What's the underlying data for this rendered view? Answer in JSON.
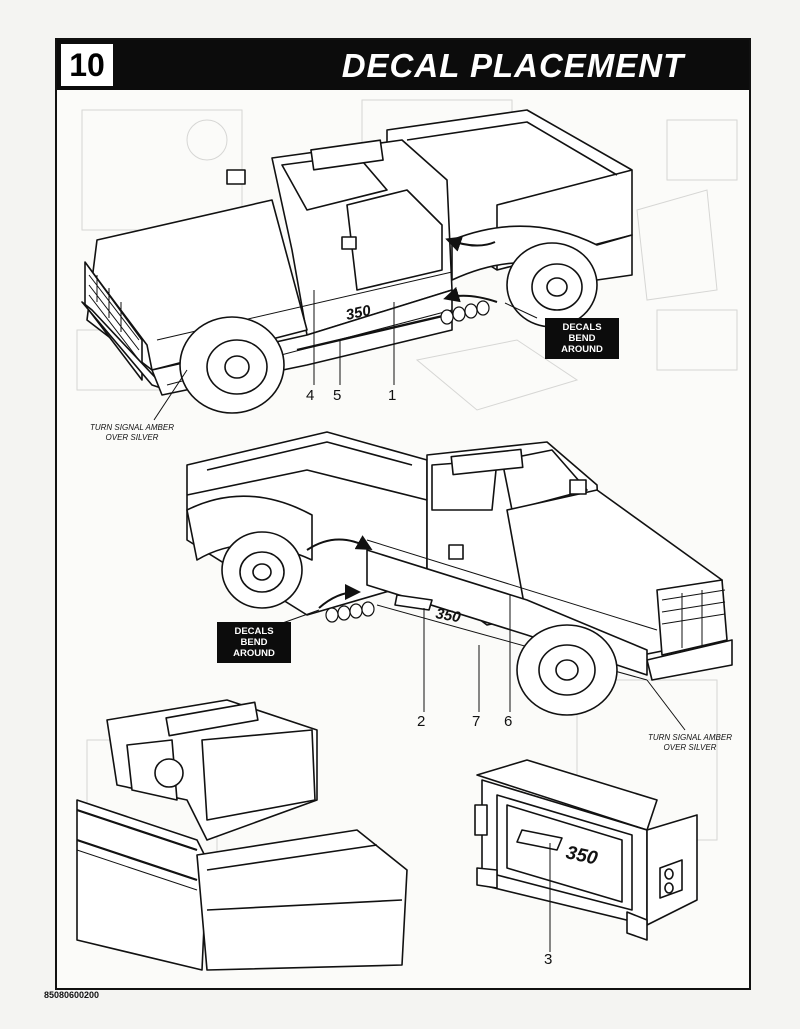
{
  "step": {
    "number": "10",
    "title": "DECAL PLACEMENT"
  },
  "callouts": {
    "decals_bend_around_upper": [
      "DECALS",
      "BEND",
      "AROUND"
    ],
    "decals_bend_around_lower": [
      "DECALS",
      "BEND",
      "AROUND"
    ]
  },
  "notes": {
    "turn_signal_upper": [
      "TURN SIGNAL AMBER",
      "OVER SILVER"
    ],
    "turn_signal_lower": [
      "TURN SIGNAL AMBER",
      "OVER SILVER"
    ]
  },
  "decal_numbers": {
    "top_left_stripe": "4",
    "top_lower_stripe": "5",
    "top_logo": "1",
    "mid_logo": "2",
    "mid_lower_stripe": "7",
    "mid_stripe": "6",
    "tailgate_logo": "3"
  },
  "badge_text": "350",
  "part_number": "85080600200"
}
